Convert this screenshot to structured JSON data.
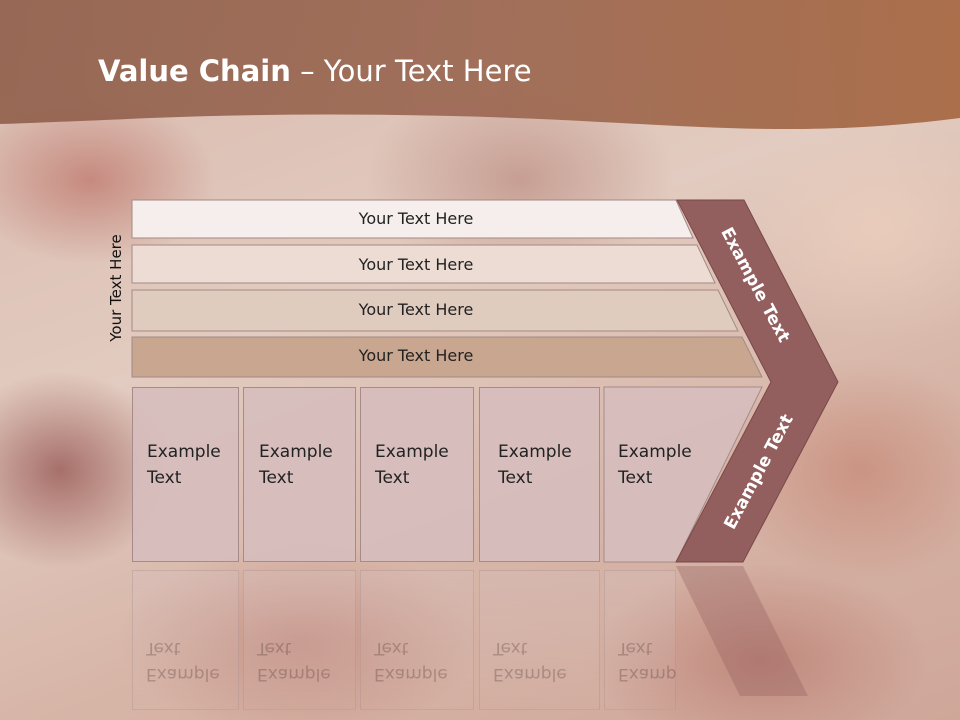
{
  "slide": {
    "title_bold": "Value Chain",
    "title_rest": "– Your Text Here"
  },
  "diagram": {
    "vertical_label": "Your Text Here",
    "bars": [
      {
        "label": "Your Text Here",
        "color": "#f5eeec"
      },
      {
        "label": "Your Text Here",
        "color": "#ecdcd4"
      },
      {
        "label": "Your Text Here",
        "color": "#e0cbbf"
      },
      {
        "label": "Your Text Here",
        "color": "#c9a690"
      }
    ],
    "boxes": [
      {
        "line1": "Example",
        "line2": "Text"
      },
      {
        "line1": "Example",
        "line2": "Text"
      },
      {
        "line1": "Example",
        "line2": "Text"
      },
      {
        "line1": "Example",
        "line2": "Text"
      },
      {
        "line1": "Example",
        "line2": "Text"
      }
    ],
    "chevron_top_label": "Example Text",
    "chevron_bottom_label": "Example Text",
    "chevron_color": "#935e5e",
    "header_color": "#8e5a3f"
  }
}
